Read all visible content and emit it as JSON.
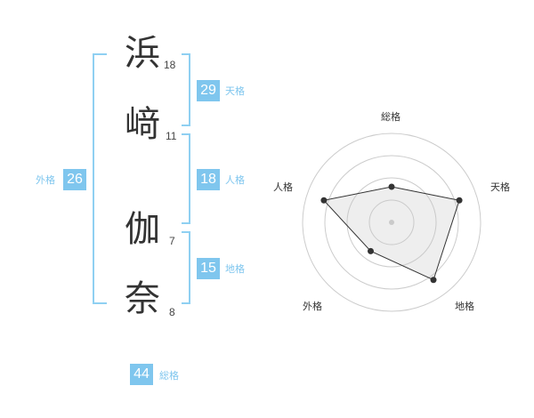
{
  "name": {
    "characters": [
      {
        "char": "浜",
        "strokes": "18"
      },
      {
        "char": "﨑",
        "strokes": "11"
      },
      {
        "char": "伽",
        "strokes": "7"
      },
      {
        "char": "奈",
        "strokes": "8"
      }
    ]
  },
  "kaku": {
    "tenkaku": {
      "value": "29",
      "label": "天格"
    },
    "jinkaku": {
      "value": "18",
      "label": "人格"
    },
    "chikaku": {
      "value": "15",
      "label": "地格"
    },
    "gaikaku": {
      "value": "26",
      "label": "外格"
    },
    "soukaku": {
      "value": "44",
      "label": "総格"
    }
  },
  "colors": {
    "accent": "#7fc6ee",
    "bracket": "#8fd0f2",
    "text": "#333333"
  },
  "chart_data": {
    "type": "radar",
    "axes": [
      "総格",
      "天格",
      "地格",
      "外格",
      "人格"
    ],
    "scale_max": 5,
    "rings": 4,
    "values": [
      2,
      4,
      4,
      2,
      4
    ]
  }
}
